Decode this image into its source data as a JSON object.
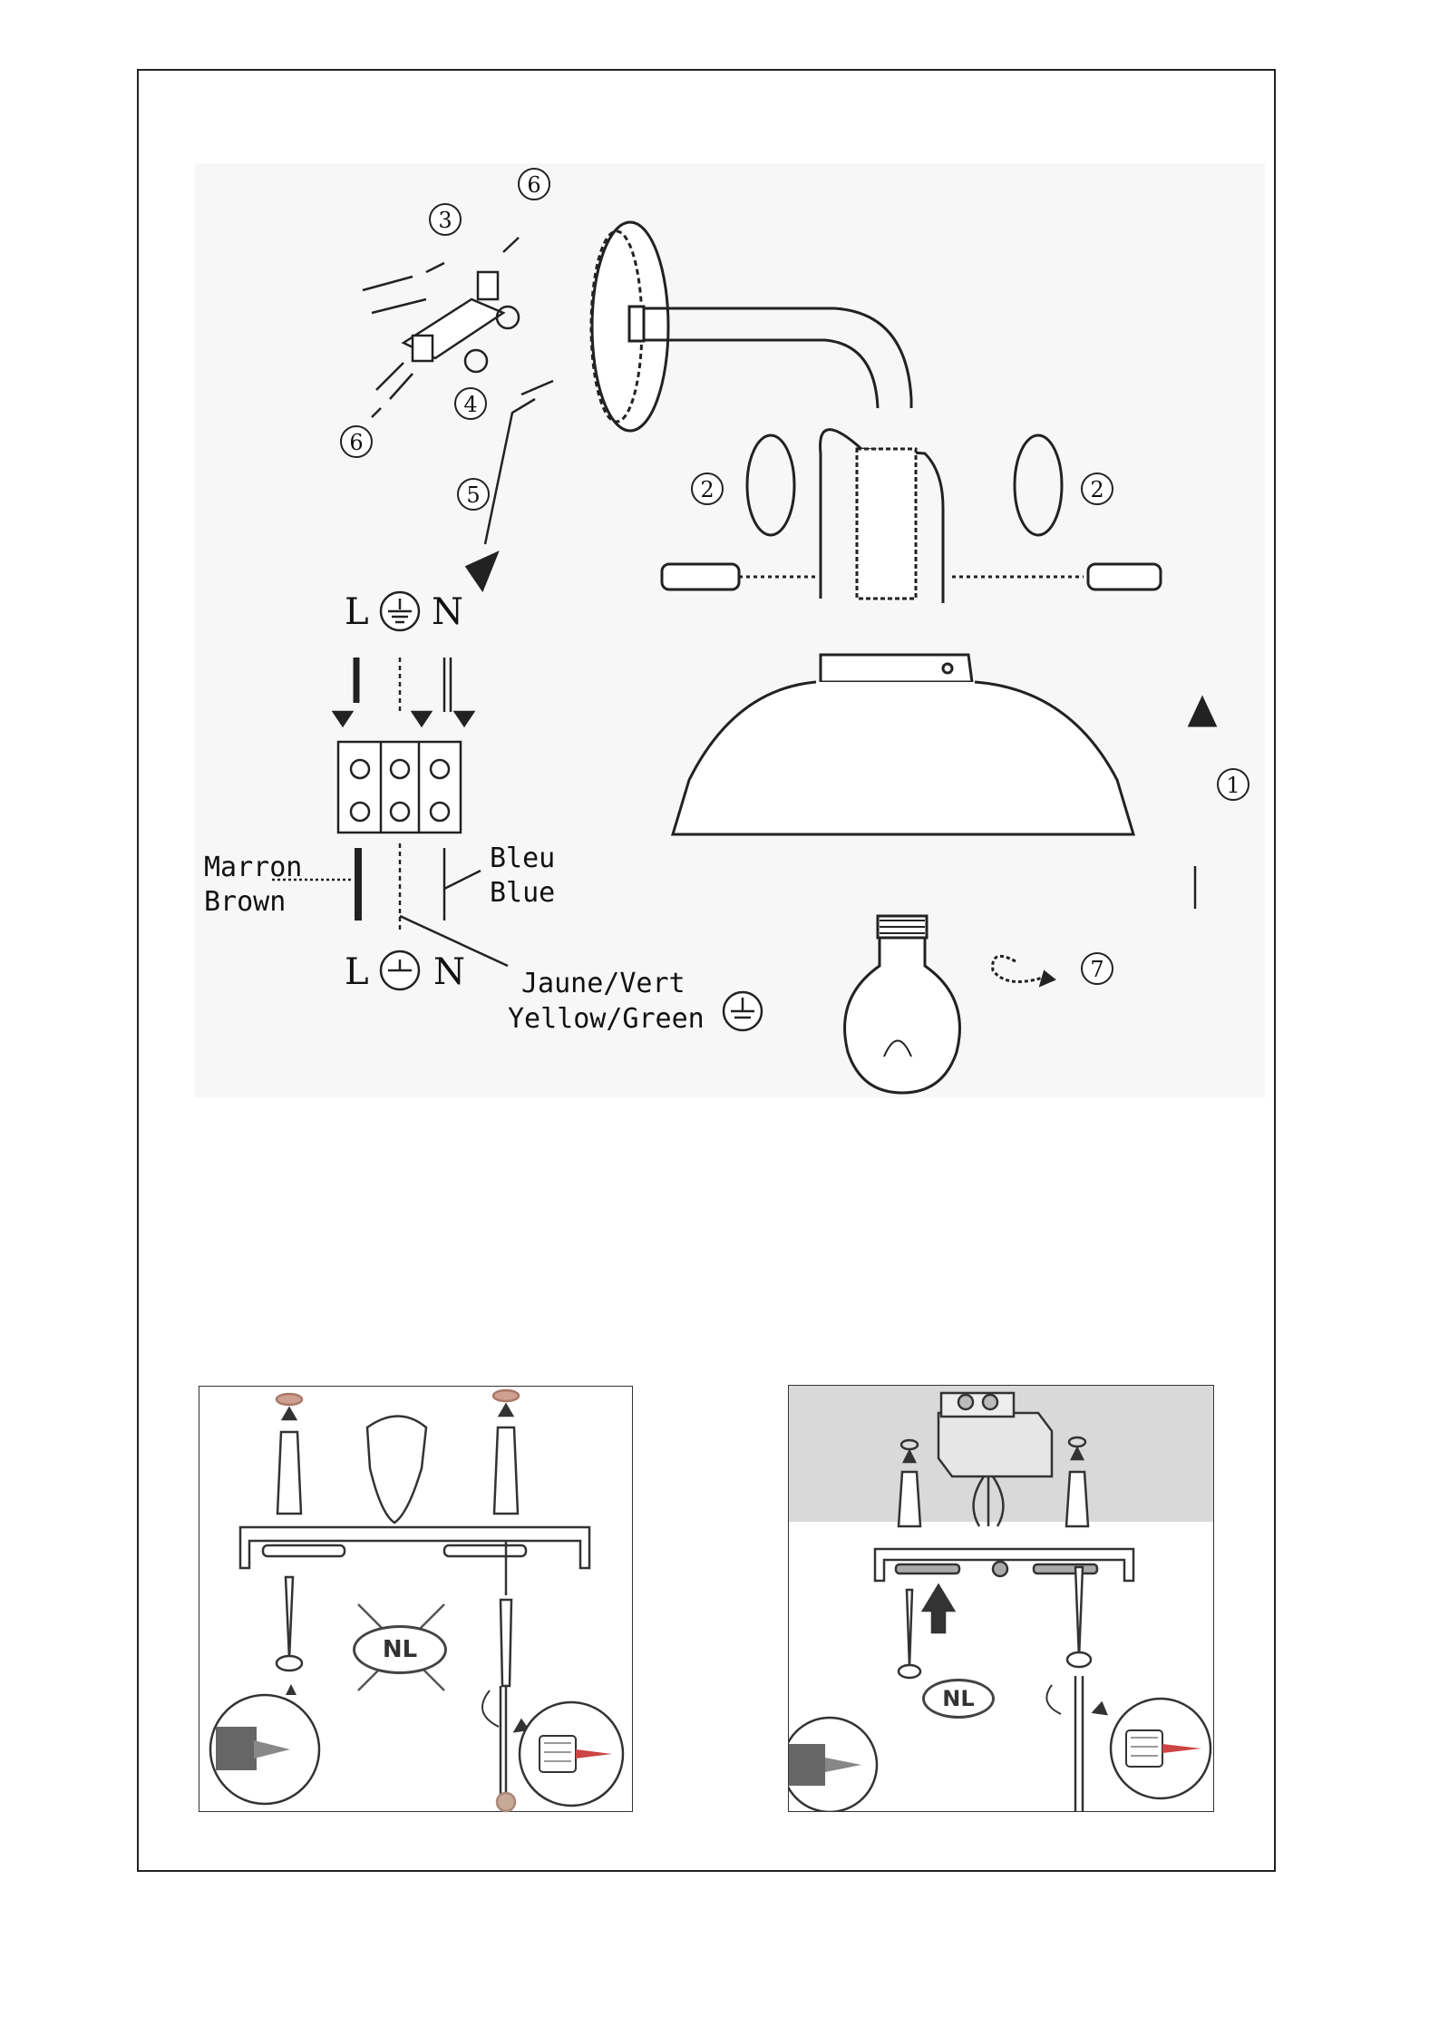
{
  "wiring": {
    "top_l": "L",
    "top_n": "N",
    "bottom_l": "L",
    "bottom_n": "N",
    "brown_fr": "Marron",
    "brown_en": "Brown",
    "blue_fr": "Bleu",
    "blue_en": "Blue",
    "yg_fr": "Jaune/Vert",
    "yg_en": "Yellow/Green"
  },
  "step_markers": [
    "1",
    "2",
    "3",
    "4",
    "5",
    "6",
    "7"
  ],
  "mounting": {
    "left_badge": "NL",
    "right_badge": "NL"
  },
  "colors": {
    "line": "#222222",
    "panel_ceiling": "#d9d9d9",
    "badge_fill": "#cfa090"
  },
  "icons": {
    "earth": "earth-ground-icon",
    "prohibited": "cross-out-icon",
    "drill": "drill-bit-icon",
    "screwdriver": "screwdriver-icon",
    "rotate": "rotate-arrow-icon"
  }
}
